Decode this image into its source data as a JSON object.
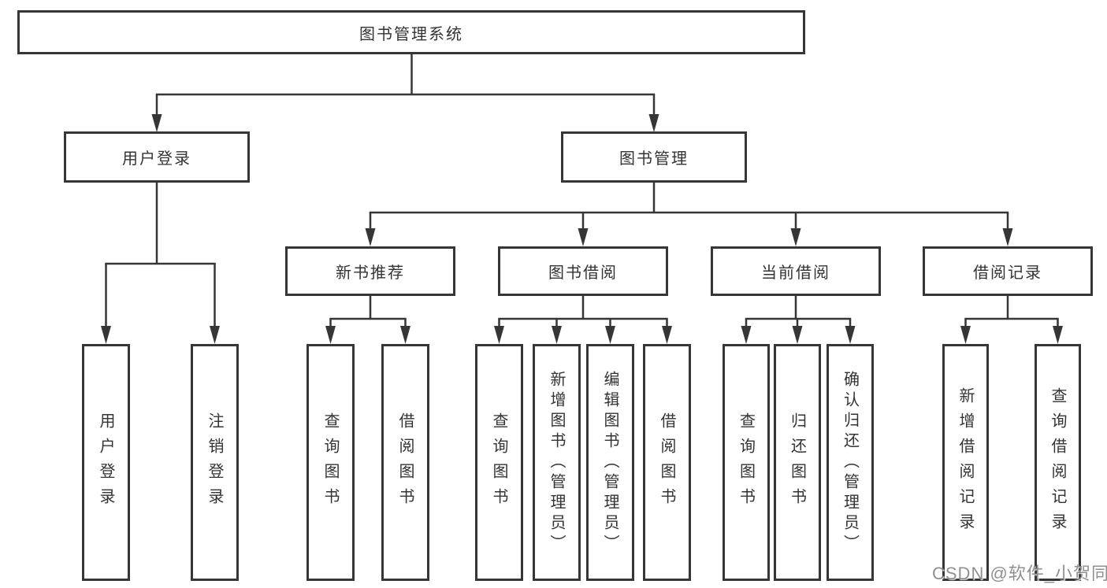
{
  "colors": {
    "line": "#363636",
    "box_border": "#363636",
    "text": "#333333",
    "watermark": "#7d7d7d",
    "background": "#ffffff"
  },
  "watermark": {
    "text": "CSDN @软件_小贺同学"
  },
  "tree": {
    "root": {
      "label": "图书管理系统"
    },
    "branches": [
      {
        "label": "用户登录",
        "children": [
          {
            "label": "用户登录"
          },
          {
            "label": "注销登录"
          }
        ]
      },
      {
        "label": "图书管理",
        "sections": [
          {
            "label": "新书推荐",
            "children": [
              {
                "label": "查询图书"
              },
              {
                "label": "借阅图书"
              }
            ]
          },
          {
            "label": "图书借阅",
            "children": [
              {
                "label": "查询图书"
              },
              {
                "label": "新增图书（管理员）"
              },
              {
                "label": "编辑图书（管理员）"
              },
              {
                "label": "借阅图书"
              }
            ]
          },
          {
            "label": "当前借阅",
            "children": [
              {
                "label": "查询图书"
              },
              {
                "label": "归还图书"
              },
              {
                "label": "确认归还（管理员）"
              }
            ]
          },
          {
            "label": "借阅记录",
            "children": [
              {
                "label": "新增借阅记录"
              },
              {
                "label": "查询借阅记录"
              }
            ]
          }
        ]
      }
    ]
  }
}
